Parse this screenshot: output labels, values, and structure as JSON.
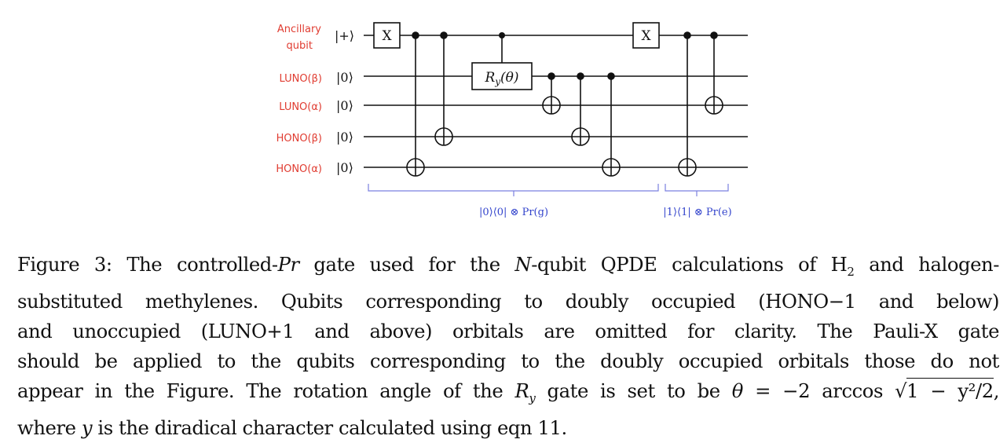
{
  "figure": {
    "qubits": [
      {
        "label_line1": "Ancillary",
        "label_line2": "qubit",
        "init": "|+⟩"
      },
      {
        "label": "LUNO(β)",
        "init": "|0⟩"
      },
      {
        "label": "LUNO(α)",
        "init": "|0⟩"
      },
      {
        "label": "HONO(β)",
        "init": "|0⟩"
      },
      {
        "label": "HONO(α)",
        "init": "|0⟩"
      }
    ],
    "gates": {
      "x_gate_1": "X",
      "ry_gate": "Ry(θ)",
      "ry_main": "R",
      "ry_sub": "y",
      "ry_arg": "(θ)",
      "x_gate_2": "X"
    },
    "braces": [
      {
        "label": "|0⟩⟨0| ⊗ Pr(g)"
      },
      {
        "label": "|1⟩⟨1| ⊗ Pr(e)"
      }
    ],
    "colors": {
      "qubit_label": "#e03c31",
      "brace": "#3344cc",
      "wire": "#111111"
    }
  },
  "caption": {
    "line1a": "Figure 3:  The controlled-",
    "line1b": "Pr",
    "line1c": " gate used for the ",
    "line1d": "N",
    "line1e": "-qubit QPDE calculations of H",
    "line1f": "2",
    "line1g": " and halogen-",
    "line2": "substituted methylenes.  Qubits corresponding to doubly occupied (HONO−1 and below)",
    "line3": "and unoccupied (LUNO+1 and above) orbitals are omitted for clarity.  The Pauli-X gate",
    "line4": "should be applied to the qubits corresponding to the doubly occupied orbitals those do not",
    "line5a": "appear in the Figure.  The rotation angle of the ",
    "line5b": "R",
    "line5c": "y",
    "line5d": " gate is set to be ",
    "line5e": "θ",
    "line5f": " = −2 arccos ",
    "line5g": "√",
    "line5h": "1 − y²/2",
    "line5i": ",",
    "line6a": "where ",
    "line6b": "y",
    "line6c": " is the diradical character calculated using eqn 11."
  }
}
